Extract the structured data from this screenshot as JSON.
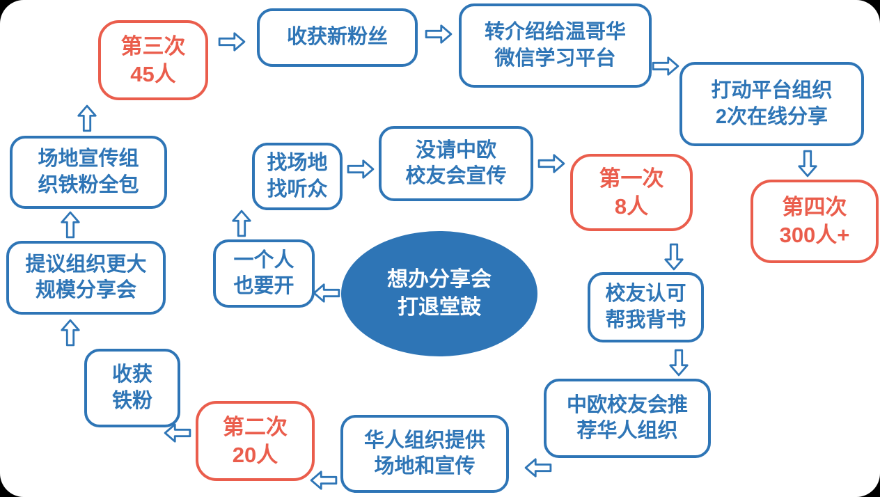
{
  "diagram": {
    "center": {
      "label": "想办分享会\n打退堂鼓"
    },
    "nodes": {
      "third": {
        "label": "第三次\n45人",
        "type": "red"
      },
      "new_fans": {
        "label": "收获新粉丝",
        "type": "blue"
      },
      "referral": {
        "label": "转介绍给温哥华\n微信学习平台",
        "type": "blue"
      },
      "platform": {
        "label": "打动平台组织\n2次在线分享",
        "type": "blue"
      },
      "fourth": {
        "label": "第四次\n300人+",
        "type": "red"
      },
      "find_venue": {
        "label": "找场地\n找听众",
        "type": "blue"
      },
      "no_invite": {
        "label": "没请中欧\n校友会宣传",
        "type": "blue"
      },
      "first": {
        "label": "第一次\n8人",
        "type": "red"
      },
      "alumni_endorse": {
        "label": "校友认可\n帮我背书",
        "type": "blue"
      },
      "alumni_recommend": {
        "label": "中欧校友会推\n荐华人组织",
        "type": "blue"
      },
      "chinese_org": {
        "label": "华人组织提供\n场地和宣传",
        "type": "blue"
      },
      "second": {
        "label": "第二次\n20人",
        "type": "red"
      },
      "loyal_fans": {
        "label": "收获\n铁粉",
        "type": "blue"
      },
      "bigger_event": {
        "label": "提议组织更大\n规模分享会",
        "type": "blue"
      },
      "venue_promo": {
        "label": "场地宣传组\n织铁粉全包",
        "type": "blue"
      },
      "alone": {
        "label": "一个人\n也要开",
        "type": "blue"
      }
    },
    "colors": {
      "blue": "#2E75B6",
      "red": "#EA5D4C",
      "background": "#FFFFFF",
      "ellipse_text": "#FFFFFF"
    },
    "icons": {
      "arrow": "hollow-block-arrow"
    }
  }
}
